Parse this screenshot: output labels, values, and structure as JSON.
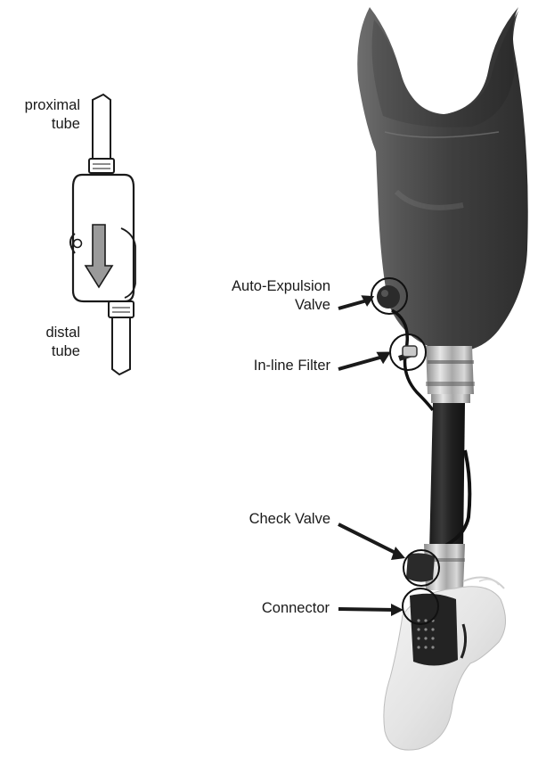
{
  "inset": {
    "proximal_label": [
      "proximal",
      "tube"
    ],
    "distal_label": [
      "distal",
      "tube"
    ]
  },
  "callouts": {
    "auto_expulsion_valve": [
      "Auto-Expulsion",
      "Valve"
    ],
    "inline_filter": "In-line Filter",
    "check_valve": "Check Valve",
    "connector": "Connector"
  }
}
